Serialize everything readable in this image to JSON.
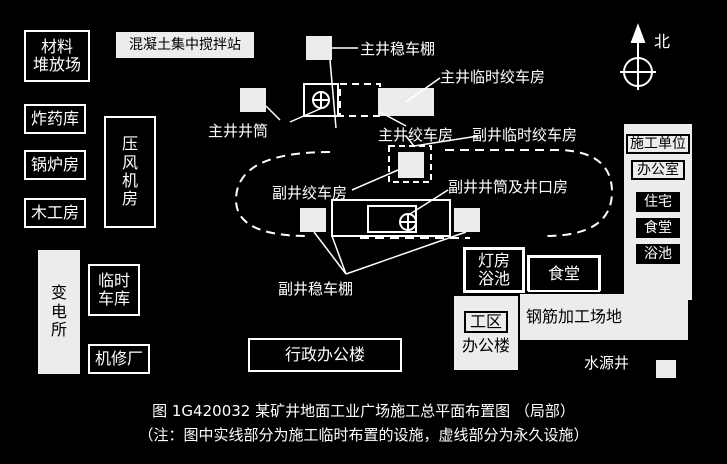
{
  "facilities": {
    "materials_yard": "材料\n堆放场",
    "concrete_plant": "混凝土集中搅拌站",
    "explosives": "炸药库",
    "boiler": "锅炉房",
    "carpentry": "木工房",
    "compressor": "压\n风\n机\n房",
    "substation": "变\n电\n所",
    "temp_garage": "临时\n车库",
    "repair_shop": "机修厂",
    "admin_building": "行政办公楼",
    "lamp_bath": "灯房\n浴池",
    "canteen": "食堂",
    "rebar_yard": "钢筋加工场地",
    "site_office_line1": "工区",
    "site_office_line2": "办公楼",
    "contractor_title": "施工单位",
    "contractor_office": "办公室",
    "housing": "住宅",
    "dining": "食堂",
    "bath": "浴池"
  },
  "annotations": {
    "main_shed": "主井稳车棚",
    "main_temp_winch": "主井临时绞车房",
    "main_shaft": "主井井筒",
    "main_winch": "主井绞车房",
    "aux_temp_winch": "副井临时绞车房",
    "aux_winch": "副井绞车房",
    "aux_shaft": "副井井筒及井口房",
    "aux_shed": "副井稳车棚",
    "water_well": "水源井"
  },
  "compass": {
    "north": "北"
  },
  "caption": {
    "title": "图 1G420032  某矿井地面工业广场施工总平面布置图 （局部）",
    "note": "（注：图中实线部分为施工临时布置的设施，虚线部分为永久设施）"
  }
}
